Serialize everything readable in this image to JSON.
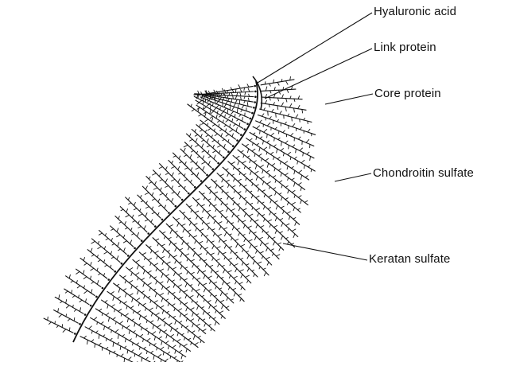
{
  "labels": {
    "hyaluronic_acid": "Hyaluronic acid",
    "link_protein": "Link protein",
    "core_protein": "Core protein",
    "chondroitin_sulfate": "Chondroitin sulfate",
    "keratan_sulfate": "Keratan sulfate"
  },
  "colors": {
    "ink": "#111111",
    "background": "#ffffff"
  }
}
